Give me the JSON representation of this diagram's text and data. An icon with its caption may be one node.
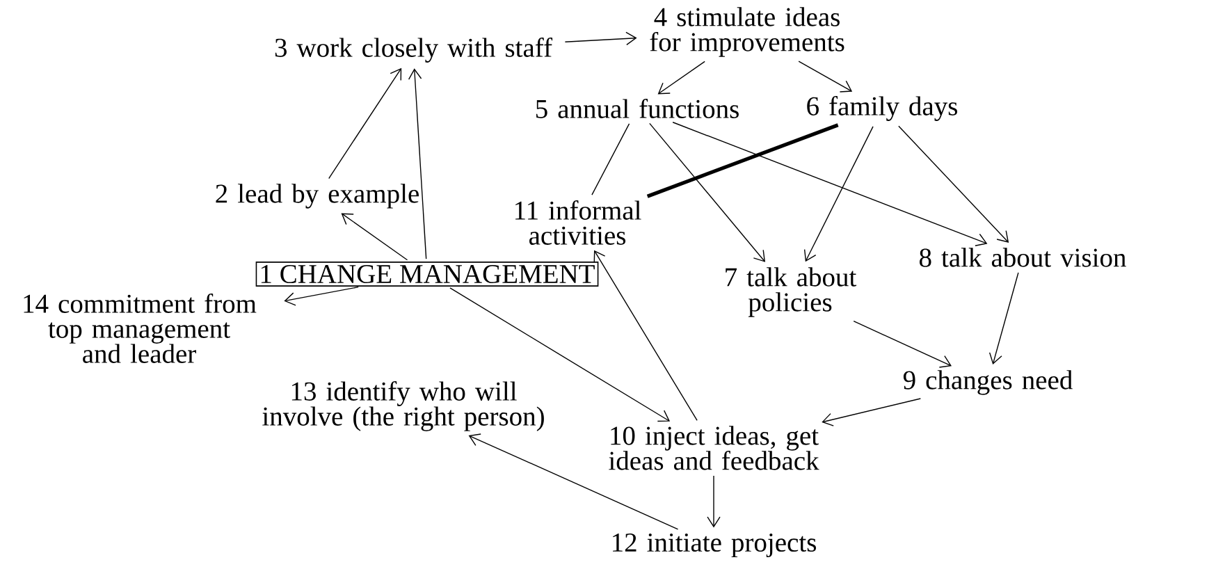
{
  "diagram": {
    "nodes": [
      {
        "text": [
          "1 CHANGE MANAGEMENT"
        ]
      },
      {
        "text": [
          "2 lead by example"
        ]
      },
      {
        "text": [
          "3 work closely with staff"
        ]
      },
      {
        "text": [
          "4 stimulate ideas for improvements"
        ]
      },
      {
        "text": [
          "5 annual functions"
        ]
      },
      {
        "text": [
          "6 family days"
        ]
      },
      {
        "text": [
          "11 informal activities"
        ]
      },
      {
        "text": [
          "7 talk about policies"
        ]
      },
      {
        "text": [
          "8 talk about vision"
        ]
      },
      {
        "text": [
          "9 changes need"
        ]
      },
      {
        "text": [
          "10 inject ideas, get ideas and feedback"
        ]
      },
      {
        "text": [
          "13 identify who will involve (the right person)"
        ]
      },
      {
        "text": [
          "12 initiate projects"
        ]
      },
      {
        "text": [
          "14 commitment from top management and leader"
        ]
      }
    ],
    "edges": [
      {
        "from": 0,
        "to": 1,
        "arrow": "to"
      },
      {
        "from": 0,
        "to": 2,
        "arrow": "to"
      },
      {
        "from": 1,
        "to": 2,
        "arrow": "to"
      },
      {
        "from": 2,
        "to": 3,
        "arrow": "to"
      },
      {
        "from": 3,
        "to": 4,
        "arrow": "to"
      },
      {
        "from": 3,
        "to": 5,
        "arrow": "to"
      },
      {
        "from": 4,
        "to": 6,
        "arrow": "none"
      },
      {
        "from": 5,
        "to": 6,
        "arrow": "none",
        "style": "thick"
      },
      {
        "from": 4,
        "to": 7,
        "arrow": "to"
      },
      {
        "from": 4,
        "to": 8,
        "arrow": "to"
      },
      {
        "from": 5,
        "to": 7,
        "arrow": "to"
      },
      {
        "from": 5,
        "to": 8,
        "arrow": "to"
      },
      {
        "from": 7,
        "to": 9,
        "arrow": "to"
      },
      {
        "from": 8,
        "to": 9,
        "arrow": "to"
      },
      {
        "from": 9,
        "to": 10,
        "arrow": "to"
      },
      {
        "from": 0,
        "to": 10,
        "arrow": "to"
      },
      {
        "from": 10,
        "to": 6,
        "arrow": "to"
      },
      {
        "from": 10,
        "to": 12,
        "arrow": "to"
      },
      {
        "from": 12,
        "to": 11,
        "arrow": "to"
      },
      {
        "from": 0,
        "to": 13,
        "arrow": "to"
      }
    ]
  }
}
